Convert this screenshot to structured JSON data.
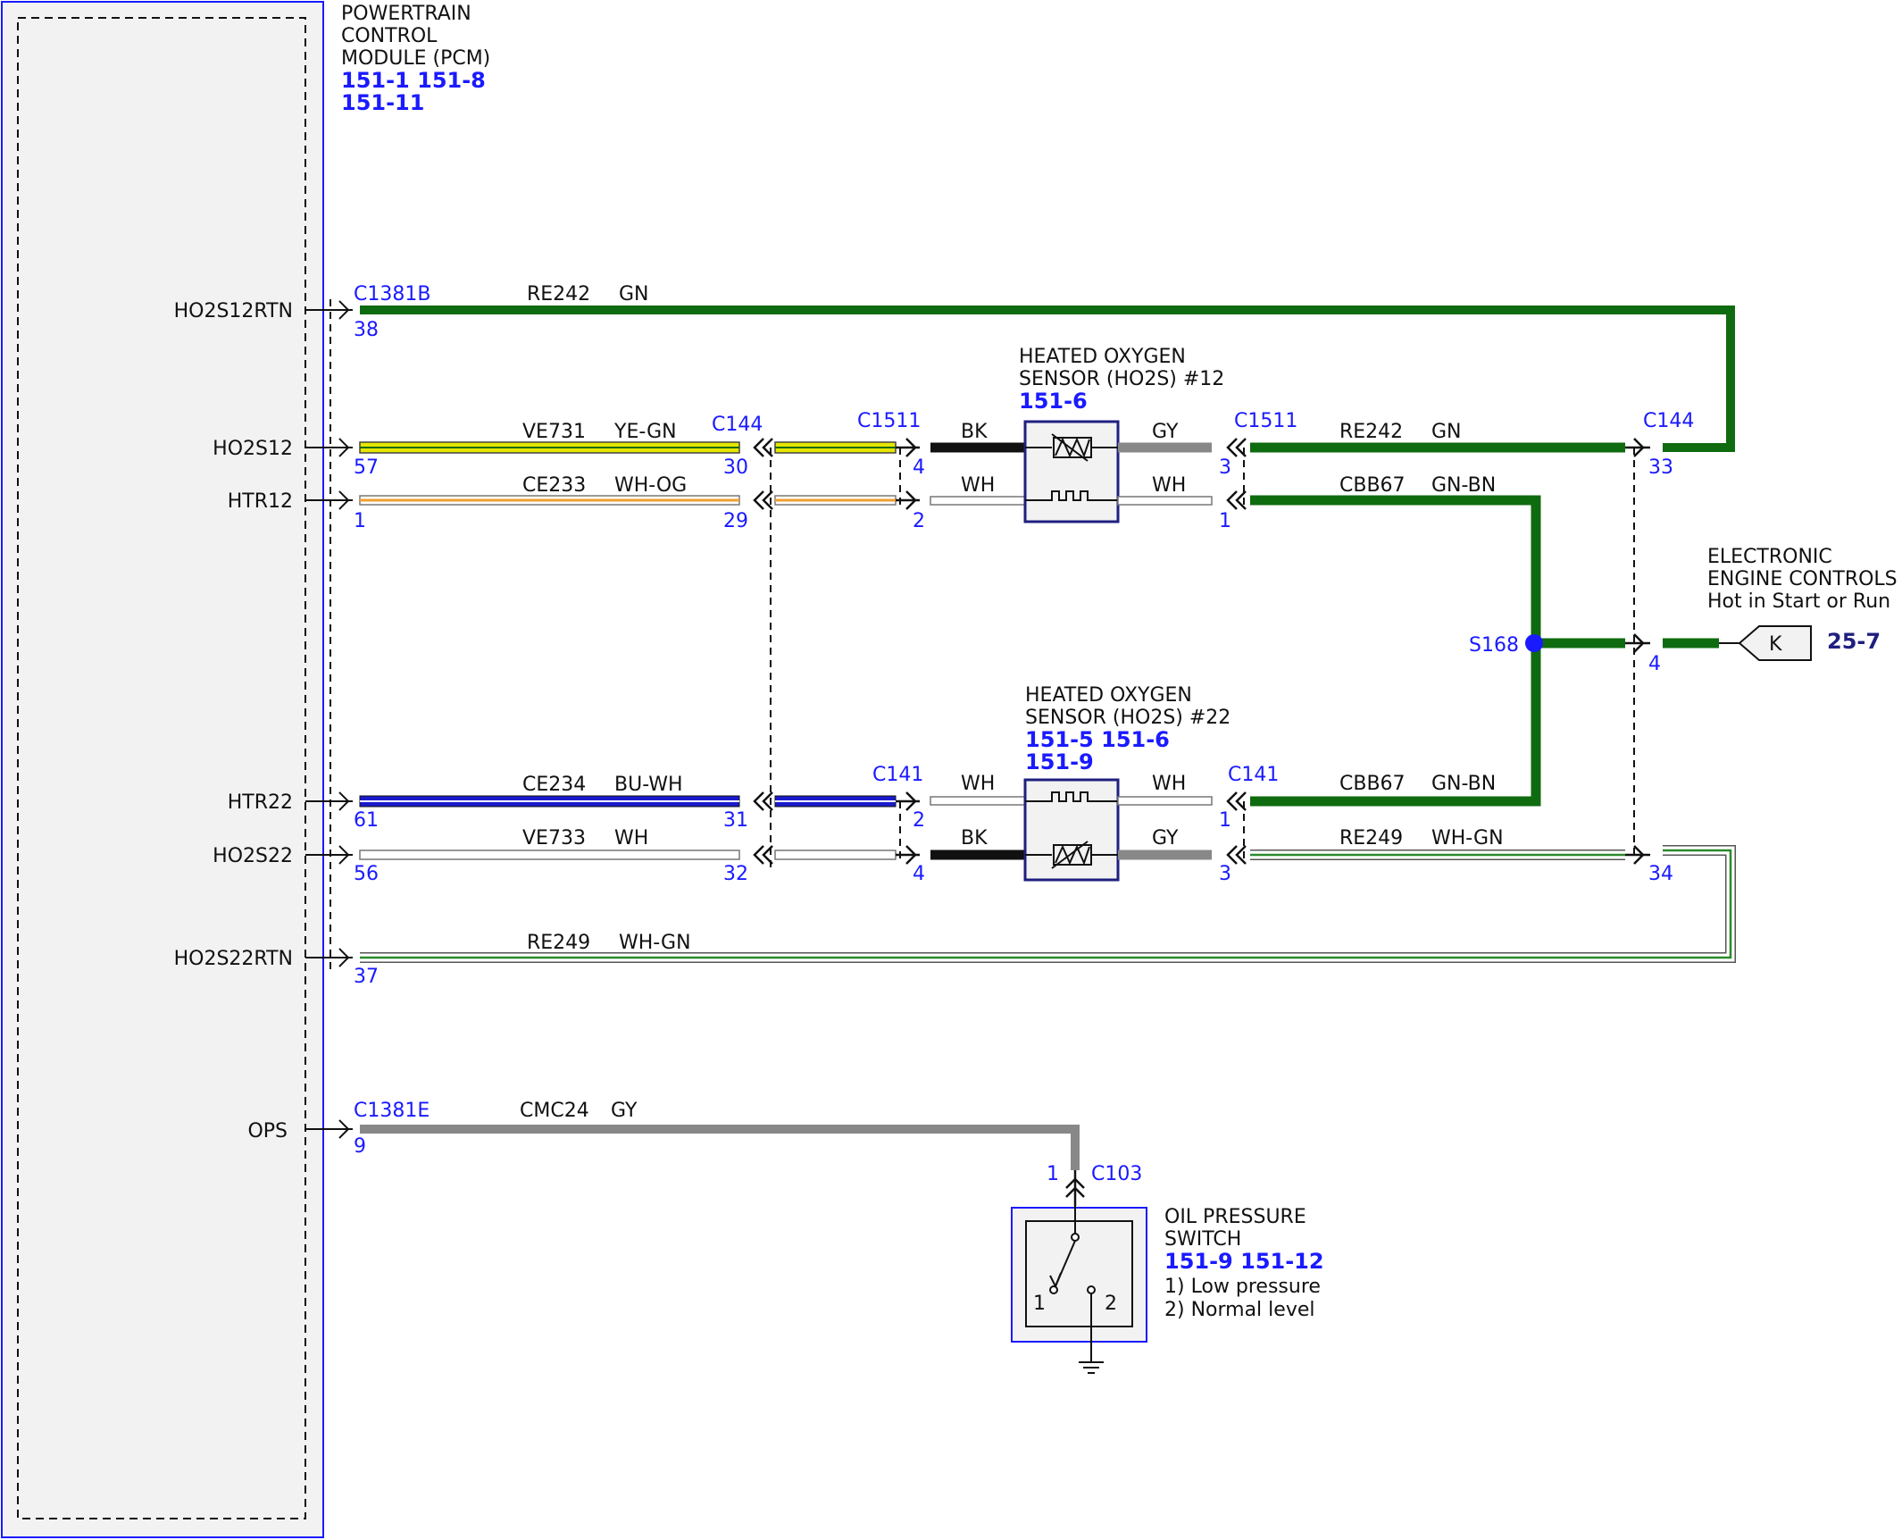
{
  "pcm": {
    "title_lines": [
      "POWERTRAIN",
      "CONTROL",
      "MODULE (PCM)"
    ],
    "refs_line1": "151-1 151-8",
    "refs_line2": "151-11",
    "connectors": [
      "C1381B",
      "C1381E"
    ]
  },
  "pins": {
    "HO2S12RTN": "HO2S12RTN",
    "HO2S12": "HO2S12",
    "HTR12": "HTR12",
    "HTR22": "HTR22",
    "HO2S22": "HO2S22",
    "HO2S22RTN": "HO2S22RTN",
    "OPS": "OPS"
  },
  "wires": {
    "ho2s12rtn": {
      "circuit": "RE242",
      "color": "GN",
      "pin": "38"
    },
    "ho2s12": {
      "circuit": "VE731",
      "color": "YE-GN",
      "pin_pcm": "57",
      "pin_c144": "30",
      "pin_c1511": "4",
      "sensor_color": "BK"
    },
    "htr12": {
      "circuit": "CE233",
      "color": "WH-OG",
      "pin_pcm": "1",
      "pin_c144": "29",
      "pin_c1511": "2",
      "sensor_color": "WH"
    },
    "htr22": {
      "circuit": "CE234",
      "color": "BU-WH",
      "pin_pcm": "61",
      "pin_c144": "31",
      "pin_c141": "2",
      "sensor_color": "WH"
    },
    "ho2s22": {
      "circuit": "VE733",
      "color": "WH",
      "pin_pcm": "56",
      "pin_c144": "32",
      "pin_c141": "4",
      "sensor_color": "BK"
    },
    "ho2s22rtn": {
      "circuit": "RE249",
      "color": "WH-GN",
      "pin": "37"
    },
    "ops": {
      "circuit": "CMC24",
      "color": "GY",
      "pin": "9"
    }
  },
  "right_side": {
    "s12_ret": {
      "connector": "C1511",
      "pin": "3",
      "sensor_color": "GY",
      "circuit": "RE242",
      "color": "GN",
      "c144_pin": "33",
      "c144": "C144"
    },
    "s12_htr": {
      "pin": "1",
      "sensor_color": "WH",
      "circuit": "CBB67",
      "color": "GN-BN"
    },
    "s22_htr": {
      "connector": "C141",
      "pin": "1",
      "sensor_color": "WH",
      "circuit": "CBB67",
      "color": "GN-BN"
    },
    "s22_ret": {
      "pin": "3",
      "sensor_color": "GY",
      "circuit": "RE249",
      "color": "WH-GN",
      "c144_pin": "34"
    },
    "splice": "S168",
    "power_pin": "4"
  },
  "connectors": {
    "c144": "C144",
    "c1511": "C1511",
    "c141": "C141",
    "c103": "C103",
    "c103_pin": "1"
  },
  "sensor12": {
    "lines": [
      "HEATED OXYGEN",
      "SENSOR (HO2S) #12"
    ],
    "refs": "151-6"
  },
  "sensor22": {
    "lines": [
      "HEATED OXYGEN",
      "SENSOR (HO2S) #22"
    ],
    "refs_line1": "151-5 151-6",
    "refs_line2": "151-9"
  },
  "eec": {
    "lines": [
      "ELECTRONIC",
      "ENGINE CONTROLS",
      "Hot in Start or Run"
    ],
    "tag": "K",
    "ref": "25-7"
  },
  "ops_switch": {
    "lines": [
      "OIL PRESSURE",
      "SWITCH"
    ],
    "refs": "151-9  151-12",
    "notes": [
      "1) Low pressure",
      "2) Normal level"
    ],
    "pos1": "1",
    "pos2": "2"
  },
  "colors": {
    "green": "#0f6b0f",
    "yellow": "#e6e600",
    "orange": "#f0a030",
    "blue": "#1a1acc",
    "gray": "#888888",
    "black": "#111111",
    "ref_blue": "#1a1aff",
    "pcm_border": "#1a1aff"
  }
}
